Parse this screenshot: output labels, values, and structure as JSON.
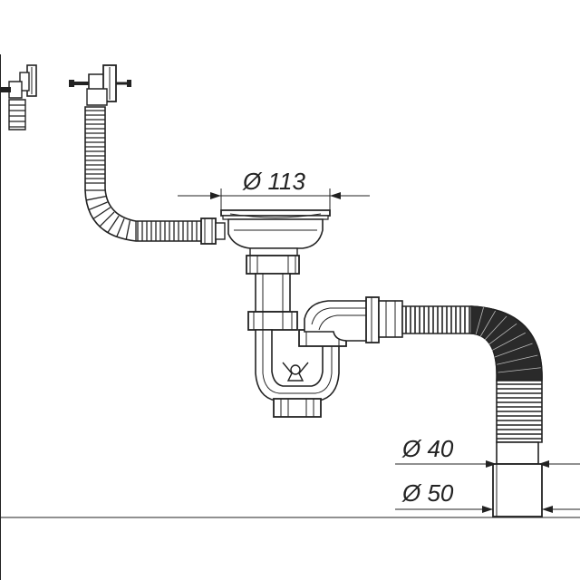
{
  "dimensions": {
    "outlet_diameter": "Ø 113",
    "inner_diameter": "Ø 40",
    "outer_diameter": "Ø 50"
  }
}
